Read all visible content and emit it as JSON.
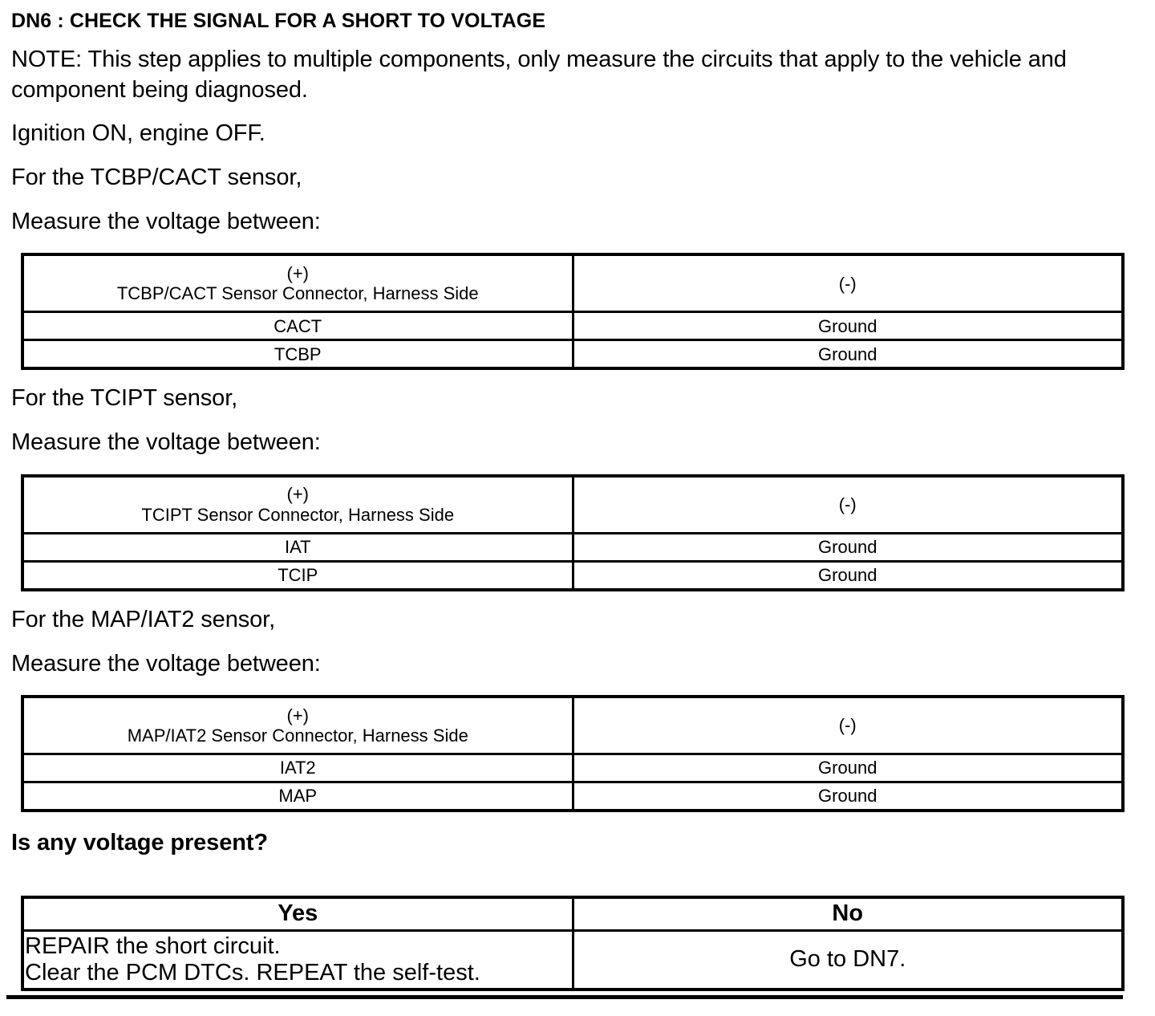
{
  "step": {
    "title": "DN6 : CHECK THE SIGNAL FOR A SHORT TO VOLTAGE",
    "note": "NOTE: This step applies to multiple components, only measure the circuits that apply to the vehicle and component being diagnosed.",
    "condition": "Ignition ON, engine OFF.",
    "question": "Is any voltage present?"
  },
  "sections": [
    {
      "intro": "For the TCBP/CACT sensor,",
      "instruction": "Measure the voltage between:",
      "table": {
        "header_positive_sign": "(+)",
        "header_positive_sub": "TCBP/CACT Sensor Connector, Harness Side",
        "header_negative_sign": "(-)",
        "header_negative_sub": "",
        "rows": [
          {
            "positive": "CACT",
            "negative": "Ground"
          },
          {
            "positive": "TCBP",
            "negative": "Ground"
          }
        ]
      }
    },
    {
      "intro": "For the TCIPT sensor,",
      "instruction": "Measure the voltage between:",
      "table": {
        "header_positive_sign": "(+)",
        "header_positive_sub": "TCIPT Sensor Connector, Harness Side",
        "header_negative_sign": "(-)",
        "header_negative_sub": "",
        "rows": [
          {
            "positive": "IAT",
            "negative": "Ground"
          },
          {
            "positive": "TCIP",
            "negative": "Ground"
          }
        ]
      }
    },
    {
      "intro": "For the MAP/IAT2 sensor,",
      "instruction": "Measure the voltage between:",
      "table": {
        "header_positive_sign": "(+)",
        "header_positive_sub": "MAP/IAT2 Sensor Connector, Harness Side",
        "header_negative_sign": "(-)",
        "header_negative_sub": "",
        "rows": [
          {
            "positive": "IAT2",
            "negative": "Ground"
          },
          {
            "positive": "MAP",
            "negative": "Ground"
          }
        ]
      }
    }
  ],
  "decision": {
    "yes_label": "Yes",
    "no_label": "No",
    "yes_action": "REPAIR the short circuit.\nClear the PCM DTCs. REPEAT the self-test.",
    "no_action": "Go to DN7."
  }
}
